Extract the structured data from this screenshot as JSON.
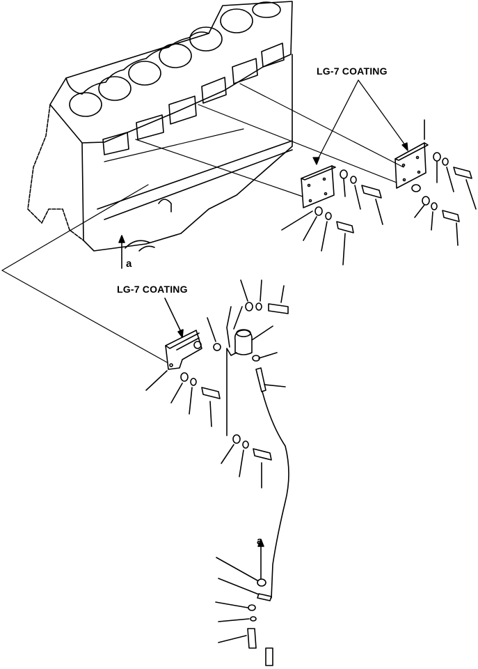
{
  "labels": {
    "coating_top": "LG-7 COATING",
    "coating_mid": "LG-7 COATING",
    "view_a_upper": "a",
    "view_a_lower": "a"
  }
}
